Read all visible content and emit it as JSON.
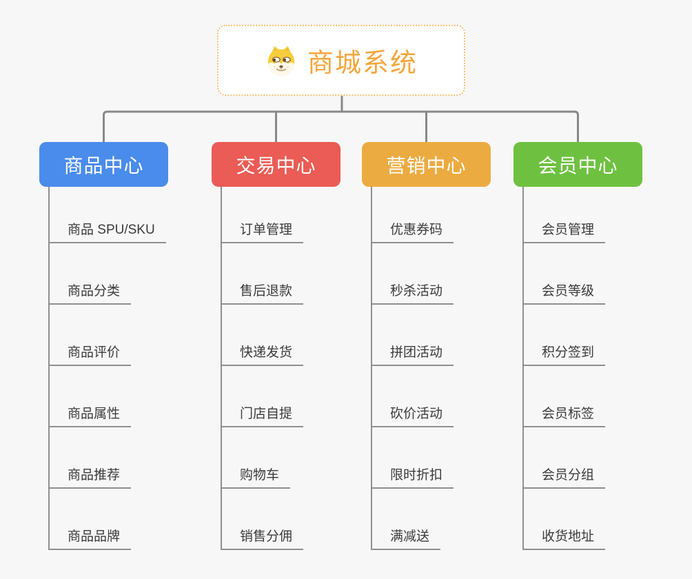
{
  "app": {
    "background": "#f7f7f7",
    "connector_color": "#888888",
    "underline_color": "#8f8f8f",
    "leaf_text_color": "#3b3b3b"
  },
  "root": {
    "label": "商城系统",
    "icon": "doge-face-icon",
    "text_color": "#f5a63c",
    "border_color": "#f6be71",
    "background": "#ffffff"
  },
  "branches": [
    {
      "label": "商品中心",
      "color": "#4a8ceb",
      "items": [
        "商品 SPU/SKU",
        "商品分类",
        "商品评价",
        "商品属性",
        "商品推荐",
        "商品品牌"
      ]
    },
    {
      "label": "交易中心",
      "color": "#ea5c55",
      "items": [
        "订单管理",
        "售后退款",
        "快递发货",
        "门店自提",
        "购物车",
        "销售分佣"
      ]
    },
    {
      "label": "营销中心",
      "color": "#ecab41",
      "items": [
        "优惠券码",
        "秒杀活动",
        "拼团活动",
        "砍价活动",
        "限时折扣",
        "满减送"
      ]
    },
    {
      "label": "会员中心",
      "color": "#6ec140",
      "items": [
        "会员管理",
        "会员等级",
        "积分签到",
        "会员标签",
        "会员分组",
        "收货地址"
      ]
    }
  ]
}
